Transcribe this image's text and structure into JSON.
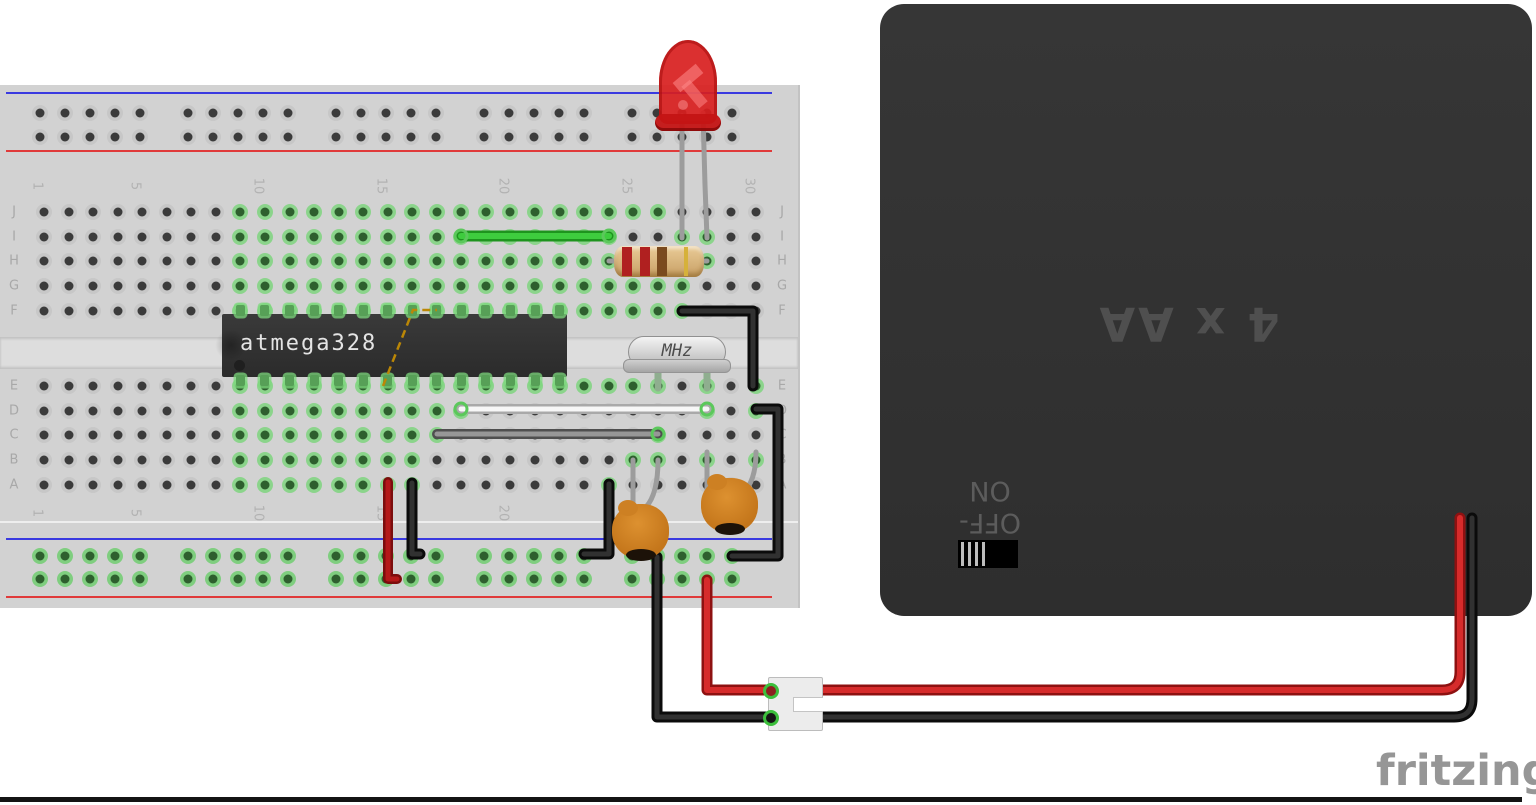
{
  "components": {
    "ic_label": "atmega328",
    "crystal_label": "MHz",
    "resistor_bands": [
      "red",
      "red",
      "brown",
      "gold"
    ],
    "led_color": "red",
    "capacitor_count": 2
  },
  "battery": {
    "label": "4 x AA",
    "switch_label": "OFF-ON",
    "body_color": "#323232"
  },
  "footer": {
    "logo": "fritzing"
  },
  "breadboard": {
    "rows_top": [
      "J",
      "I",
      "H",
      "G",
      "F"
    ],
    "rows_bottom": [
      "E",
      "D",
      "C",
      "B",
      "A"
    ],
    "columns": [
      {
        "n": "1",
        "c": 1
      },
      {
        "n": "5",
        "c": 5
      },
      {
        "n": "10",
        "c": 10
      },
      {
        "n": "15",
        "c": 15
      },
      {
        "n": "20",
        "c": 20
      },
      {
        "n": "25",
        "c": 25
      },
      {
        "n": "30",
        "c": 30
      }
    ],
    "num_columns": 30,
    "green": {
      "J": [
        [
          9,
          26
        ]
      ],
      "I": [
        [
          9,
          24
        ],
        [
          27,
          28
        ]
      ],
      "H": [
        [
          9,
          28
        ]
      ],
      "G": [
        [
          9,
          27
        ]
      ],
      "F": [
        [
          9,
          27
        ]
      ],
      "E": [
        [
          9,
          26
        ],
        [
          28,
          28
        ],
        [
          30,
          30
        ]
      ],
      "D": [
        [
          9,
          18
        ],
        [
          28,
          28
        ],
        [
          30,
          30
        ]
      ],
      "C": [
        [
          9,
          17
        ],
        [
          26,
          26
        ]
      ],
      "B": [
        [
          9,
          16
        ],
        [
          25,
          26
        ],
        [
          28,
          28
        ],
        [
          30,
          30
        ]
      ],
      "A": [
        [
          9,
          16
        ],
        [
          24,
          24
        ]
      ]
    }
  },
  "colors": {
    "board": "#d2d2d2",
    "rail_blue": "#3a3ae0",
    "rail_red": "#e03a3a",
    "hole_green_glow": "#8bd48b",
    "wire_green": "#3ecc3e",
    "wire_white": "#f7f7f7",
    "wire_gray": "#979797",
    "wire_black": "#1a1a1a",
    "wire_red": "#d62b2b",
    "led_red": "#d81e1e",
    "capacitor_orange": "#c4761b",
    "ratsnest_orange": "#bb8706"
  }
}
